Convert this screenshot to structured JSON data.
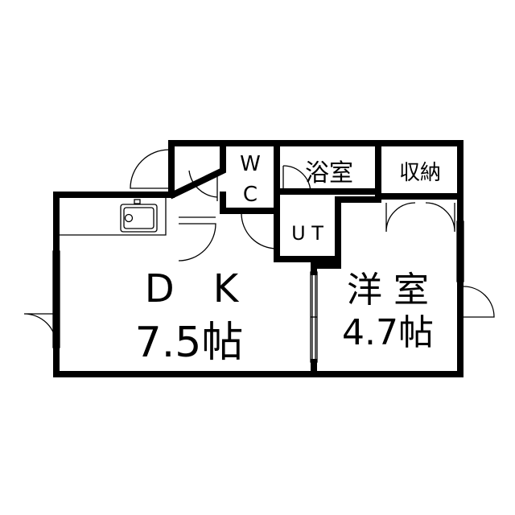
{
  "rooms": {
    "dk_name": "D　K",
    "dk_size": "7.5帖",
    "western_name": "洋 室",
    "western_size": "4.7帖",
    "wc_line1": "W",
    "wc_line2": "C",
    "bath": "浴室",
    "storage": "収納",
    "ut": "U T"
  },
  "colors": {
    "wall": "#000000",
    "background": "#ffffff"
  }
}
